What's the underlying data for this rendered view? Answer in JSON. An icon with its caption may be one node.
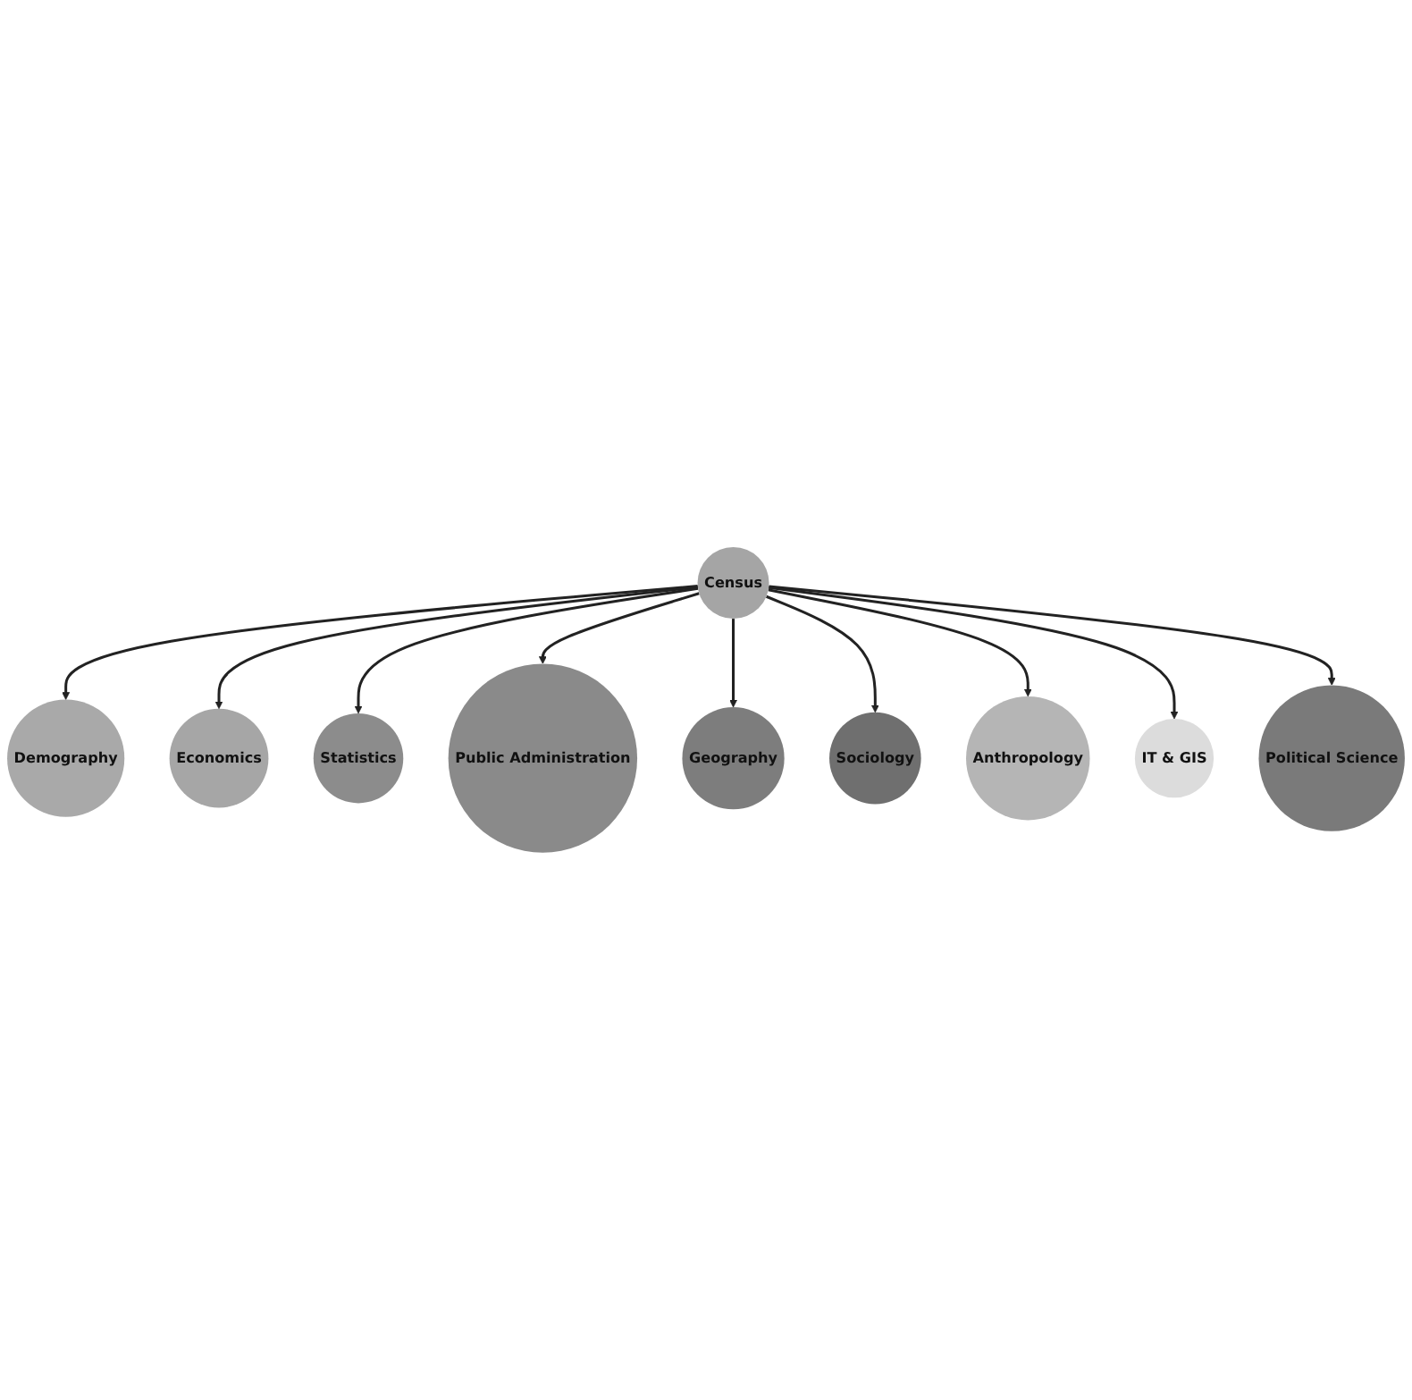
{
  "diagram": {
    "nodes": [
      {
        "text": [
          "Census"
        ]
      },
      {
        "text": [
          "Demography"
        ]
      },
      {
        "text": [
          "Economics"
        ]
      },
      {
        "text": [
          "Statistics"
        ]
      },
      {
        "text": [
          "Public Administration"
        ]
      },
      {
        "text": [
          "Geography"
        ]
      },
      {
        "text": [
          "Sociology"
        ]
      },
      {
        "text": [
          "Anthropology"
        ]
      },
      {
        "text": [
          "IT & GIS"
        ]
      },
      {
        "text": [
          "Political Science"
        ]
      }
    ],
    "edges": [
      {
        "from": 0,
        "to": 1,
        "arrow": "to"
      },
      {
        "from": 0,
        "to": 2,
        "arrow": "to"
      },
      {
        "from": 0,
        "to": 3,
        "arrow": "to"
      },
      {
        "from": 0,
        "to": 4,
        "arrow": "to"
      },
      {
        "from": 0,
        "to": 5,
        "arrow": "to"
      },
      {
        "from": 0,
        "to": 6,
        "arrow": "to"
      },
      {
        "from": 0,
        "to": 7,
        "arrow": "to"
      },
      {
        "from": 0,
        "to": 8,
        "arrow": "to"
      },
      {
        "from": 0,
        "to": 9,
        "arrow": "to"
      }
    ]
  }
}
